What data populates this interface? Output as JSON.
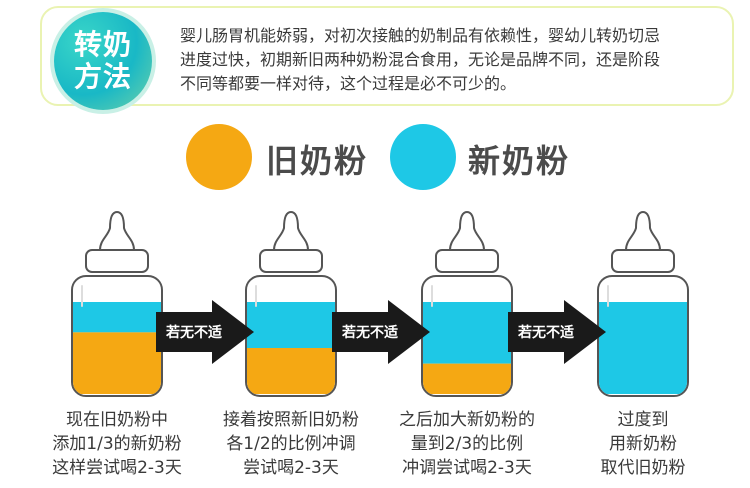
{
  "header": {
    "badge_line1": "转奶",
    "badge_line2": "方法",
    "intro_lines": [
      "婴儿肠胃机能娇弱，对初次接触的奶制品有依赖性，婴幼儿转奶切忌",
      "进度过快，初期新旧两种奶粉混合食用，无论是品牌不同，还是阶段",
      "不同等都要一样对待，这个过程是必不可少的。"
    ]
  },
  "legend": {
    "old": {
      "label": "旧奶粉",
      "color": "#f5a813"
    },
    "new": {
      "label": "新奶粉",
      "color": "#1ec8e6"
    }
  },
  "colors": {
    "old_milk": "#f5a813",
    "new_milk": "#1ec8e6",
    "arrow": "#1a1a1a",
    "bottle_outline": "#555555"
  },
  "steps": [
    {
      "new_fraction": 0.33,
      "caption": [
        "现在旧奶粉中",
        "添加1/3的新奶粉",
        "这样尝试喝2-3天"
      ]
    },
    {
      "new_fraction": 0.5,
      "caption": [
        "接着按照新旧奶粉",
        "各1/2的比例冲调",
        "尝试喝2-3天"
      ]
    },
    {
      "new_fraction": 0.67,
      "caption": [
        "之后加大新奶粉的",
        "量到2/3的比例",
        "冲调尝试喝2-3天"
      ]
    },
    {
      "new_fraction": 1.0,
      "caption": [
        "过度到",
        "用新奶粉",
        "取代旧奶粉"
      ]
    }
  ],
  "arrows": [
    {
      "label": "若无不适"
    },
    {
      "label": "若无不适"
    },
    {
      "label": "若无不适"
    }
  ]
}
